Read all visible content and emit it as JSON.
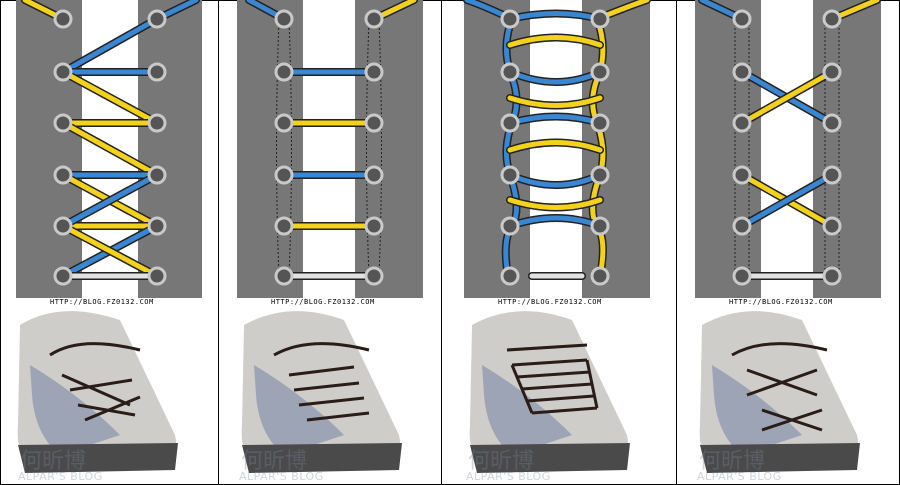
{
  "credit_url": "HTTP://BLOG.FZ0132.COM",
  "watermark": {
    "cn": "何昕博",
    "en": "ALPAR'S BLOG"
  },
  "colors": {
    "board": "#777777",
    "eyelet_ring": "#c9c9c9",
    "eyelet_inner": "#555555",
    "lace_blue": "#3b86d1",
    "lace_yellow": "#f2d21a",
    "lace_white": "#e2e2e2",
    "lace_outline": "#222222",
    "shoe": "#cfcdca",
    "sole": "#4a4a4a",
    "shoelace_photo": "#2a1d18"
  },
  "panels": [
    {
      "id": "criss-cross",
      "diagram": "lacing-diagram-criss-cross",
      "photo": "shoe-photo-criss-cross"
    },
    {
      "id": "straight-bar",
      "diagram": "lacing-diagram-straight-bar",
      "photo": "shoe-photo-straight-bar"
    },
    {
      "id": "double-helix",
      "diagram": "lacing-diagram-double-helix",
      "photo": "shoe-photo-double-helix"
    },
    {
      "id": "hidden-cross",
      "diagram": "lacing-diagram-hidden-cross",
      "photo": "shoe-photo-hidden-cross"
    }
  ]
}
